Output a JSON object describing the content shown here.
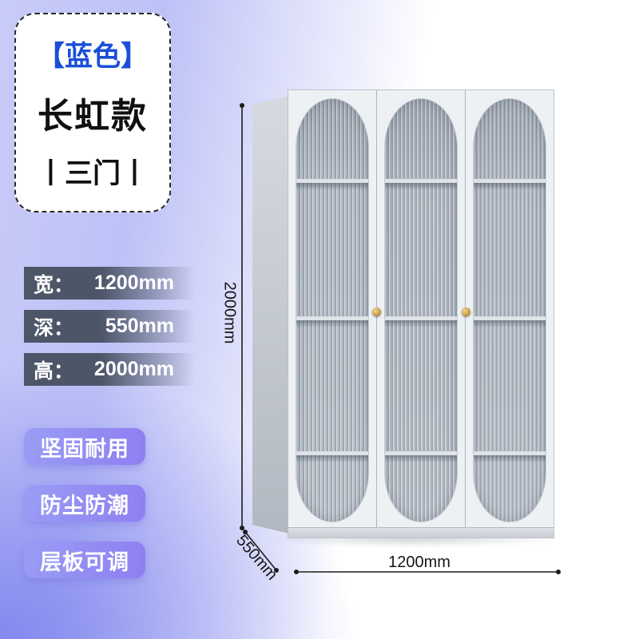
{
  "product_card": {
    "color_tag": "【蓝色】",
    "model_name": "长虹款",
    "door_type": "丨三门丨"
  },
  "specs": [
    {
      "label": "宽：",
      "value": "1200mm"
    },
    {
      "label": "深：",
      "value": "550mm"
    },
    {
      "label": "高：",
      "value": "2000mm"
    }
  ],
  "features": [
    "坚固耐用",
    "防尘防潮",
    "层板可调"
  ],
  "annotations": {
    "height_label": "2000mm",
    "width_label": "1200mm",
    "depth_label": "550mm"
  },
  "colors": {
    "accent_blue": "#1b4fd8",
    "spec_bar": "#4d5668",
    "badge_gradient_start": "#999df5",
    "badge_gradient_end": "#8e7ff1",
    "knob_gold": "#c9a24a",
    "dim_line": "#1c1c1c"
  }
}
